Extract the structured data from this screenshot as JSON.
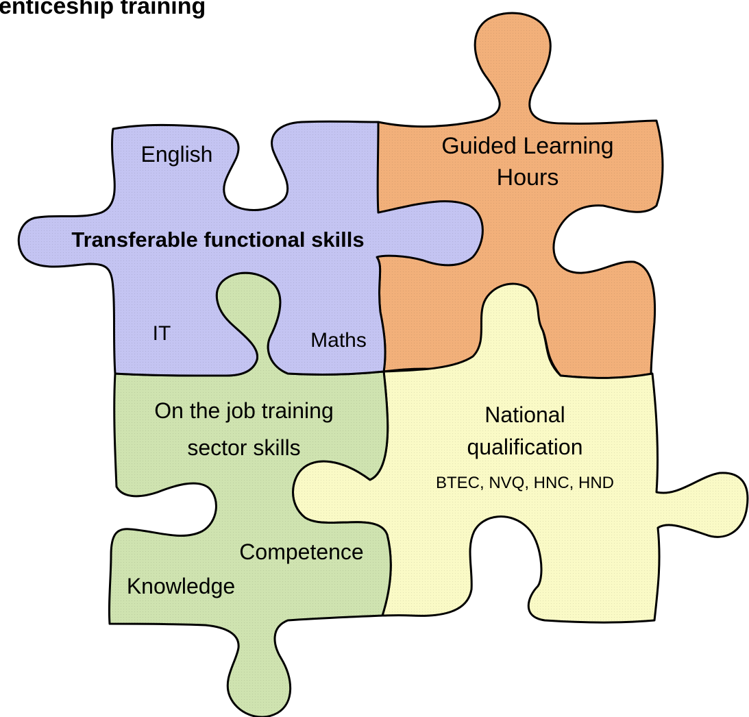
{
  "title": "enticeship training",
  "pieces": {
    "functional": {
      "color": "#c4c4f2",
      "heading": "Transferable functional skills",
      "english": "English",
      "it": "IT",
      "maths": "Maths"
    },
    "guided": {
      "color": "#f2b07a",
      "line1": "Guided Learning",
      "line2": "Hours"
    },
    "job": {
      "color": "#cfe3b0",
      "line1": "On the job training",
      "line2": "sector skills",
      "competence": "Competence",
      "knowledge": "Knowledge"
    },
    "national": {
      "color": "#fafac6",
      "line1": "National",
      "line2": "qualification",
      "line3": "BTEC, NVQ, HNC, HND"
    }
  }
}
